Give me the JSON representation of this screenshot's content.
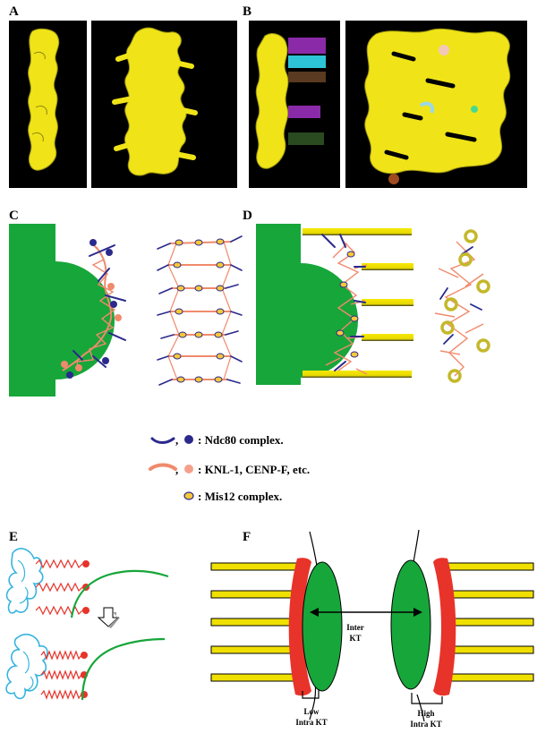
{
  "panels": {
    "A": "A",
    "B": "B",
    "C": "C",
    "D": "D",
    "E": "E",
    "F": "F"
  },
  "legend": {
    "items": [
      {
        "label": ": Ndc80 complex.",
        "separator": ","
      },
      {
        "label": ": KNL-1, CENP-F, etc.",
        "separator": ","
      },
      {
        "label": ": Mis12 complex."
      }
    ]
  },
  "panel_f": {
    "inter_kt": [
      "Inter",
      "KT"
    ],
    "low_intra": [
      "Low",
      "Intra KT"
    ],
    "high_intra": [
      "High",
      "Intra KT"
    ]
  },
  "colors": {
    "yellow_density": "#f0e418",
    "green": "#17a63a",
    "red": "#e8332a",
    "salmon": "#f08a6c",
    "navy": "#2b2a8c",
    "blue_cyan": "#37b4de",
    "microtubule": "#f0e000"
  }
}
